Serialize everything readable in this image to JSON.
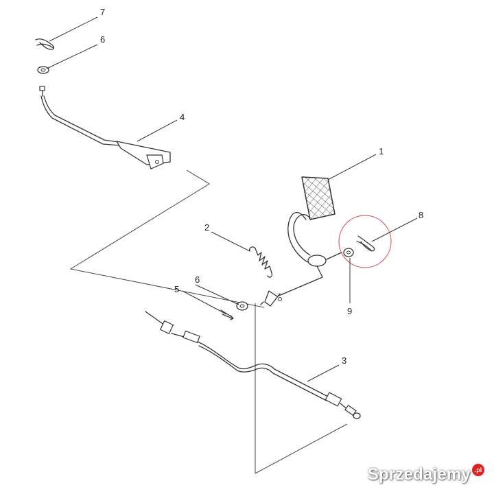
{
  "diagram": {
    "callouts": [
      {
        "id": "callout-1",
        "text": "1"
      },
      {
        "id": "callout-2",
        "text": "2"
      },
      {
        "id": "callout-3",
        "text": "3"
      },
      {
        "id": "callout-4",
        "text": "4"
      },
      {
        "id": "callout-5",
        "text": "5"
      },
      {
        "id": "callout-6a",
        "text": "6"
      },
      {
        "id": "callout-6b",
        "text": "6"
      },
      {
        "id": "callout-7",
        "text": "7"
      },
      {
        "id": "callout-8",
        "text": "8"
      },
      {
        "id": "callout-9",
        "text": "9"
      }
    ],
    "highlight_color": "#d0202a"
  },
  "watermark": {
    "text": "Sprzedajemy",
    "badge": ".pl",
    "badge_color": "#e2201c"
  }
}
